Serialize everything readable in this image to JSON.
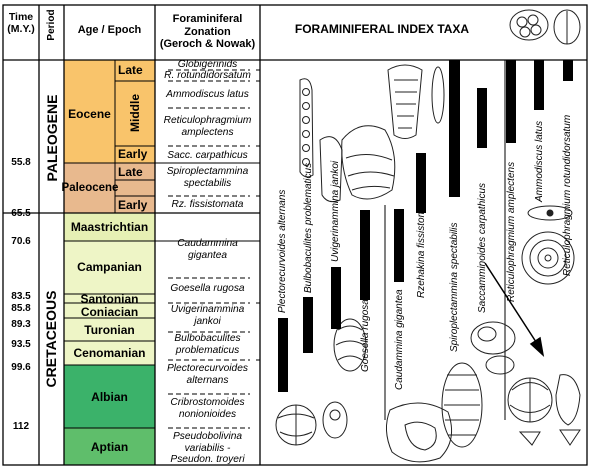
{
  "headers": {
    "time": "Time\n(M.Y.)",
    "period": "Period",
    "age": "Age / Epoch",
    "zonation": "Foraminiferal\nZonation\n(Geroch & Nowak)",
    "taxa": "FORAMINIFERAL INDEX TAXA"
  },
  "time_ticks": [
    "55.8",
    "65.5",
    "70.6",
    "83.5",
    "85.8",
    "89.3",
    "93.5",
    "99.6",
    "112"
  ],
  "periods": [
    "PALEOGENE",
    "CRETACEOUS"
  ],
  "epochs": {
    "eocene": "Eocene",
    "eocene_late": "Late",
    "eocene_middle": "Middle",
    "eocene_early": "Early",
    "paleocene": "Paleocene",
    "paleocene_late": "Late",
    "paleocene_early": "Early"
  },
  "ages": [
    "Maastrichtian",
    "Campanian",
    "Santonian",
    "Coniacian",
    "Turonian",
    "Cenomanian",
    "Albian",
    "Aptian"
  ],
  "zones": [
    "Globigerinids",
    "R. rotundidorsatum",
    "Ammodiscus latus",
    "Reticulophragmium\namplectens",
    "Sacc. carpathicus",
    "Spiroplectammina\nspectabilis",
    "Rz. fissistomata",
    "Caudammina\ngigantea",
    "Goesella rugosa",
    "Uvigerinammina\njankoi",
    "Bulbobaculites\nproblematicus",
    "Plectorecurvoides\nalternans",
    "Cribrostomoides\nnonionioides",
    "Pseudobolivina\nvariabilis -\nPseudon. troyeri"
  ],
  "taxa": [
    "Plectorecurvoides alternans",
    "Bulbobaculites problematicus",
    "Uvigerinammina jankoi",
    "Goesella rugosa",
    "Caudammina gigantea",
    "Rzehakina fissistomata",
    "Spiroplectammina spectabilis",
    "Saccamminoides carpathicus",
    "Reticulophragmium amplectens",
    "Ammodiscus latus",
    "Reticulophragmium rotundidorsatum"
  ],
  "colors": {
    "eocene": "#f9c46b",
    "paleocene": "#e8b98e",
    "cretaceous_upper": "#e6f0b4",
    "albian": "#3bb26a",
    "aptian": "#5fbe6b"
  }
}
